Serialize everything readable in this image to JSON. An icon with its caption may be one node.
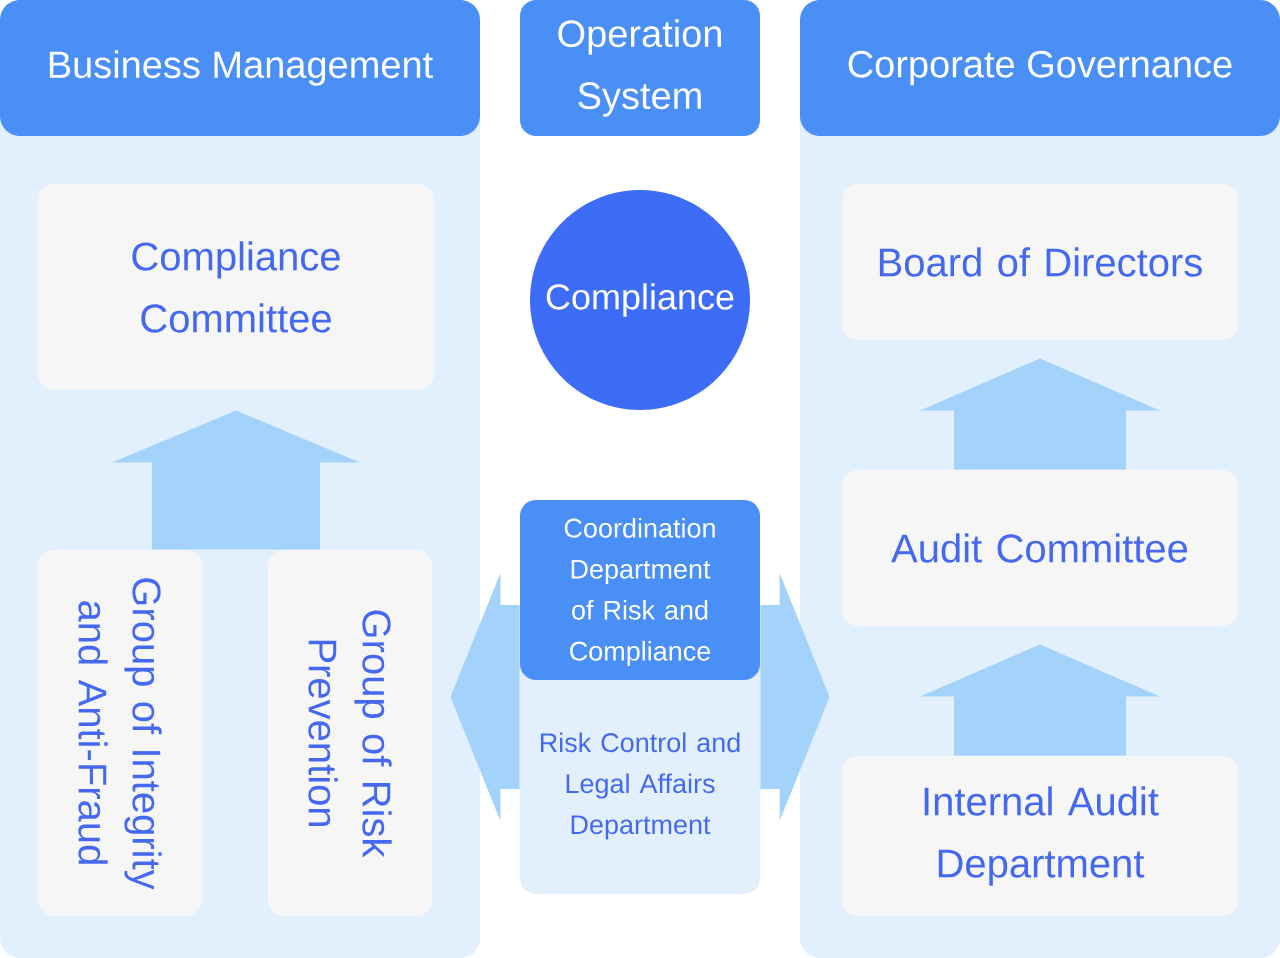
{
  "diagram": {
    "nodes": [
      {
        "text": [
          "Business Management"
        ]
      },
      {
        "text": [
          "Compliance Committee"
        ],
        "in": 0
      },
      {
        "text": [
          "Group of Integrity and Anti-Fraud"
        ],
        "in": 0
      },
      {
        "text": [
          "Group of Risk Prevention"
        ],
        "in": 0
      },
      {
        "text": [
          "Operation System"
        ]
      },
      {
        "text": [
          "Compliance"
        ]
      },
      {
        "text": [
          "Corporate Governance"
        ]
      },
      {
        "text": [
          "Board of Directors"
        ],
        "in": 6
      },
      {
        "text": [
          "Audit Committee"
        ],
        "in": 6
      },
      {
        "text": [
          "Internal Audit Department"
        ],
        "in": 6
      },
      {
        "text": [
          "Coordination Department of Risk and Compliance",
          "Risk Control and Legal Affairs Department"
        ]
      }
    ],
    "edges": [
      {
        "from": 2,
        "to": 1,
        "arrow": "to"
      },
      {
        "from": 3,
        "to": 1,
        "arrow": "to"
      },
      {
        "from": 8,
        "to": 7,
        "arrow": "to"
      },
      {
        "from": 9,
        "to": 8,
        "arrow": "to"
      },
      {
        "from": 10,
        "to": 0,
        "arrow": "to"
      },
      {
        "from": 10,
        "to": 6,
        "arrow": "to"
      }
    ]
  }
}
